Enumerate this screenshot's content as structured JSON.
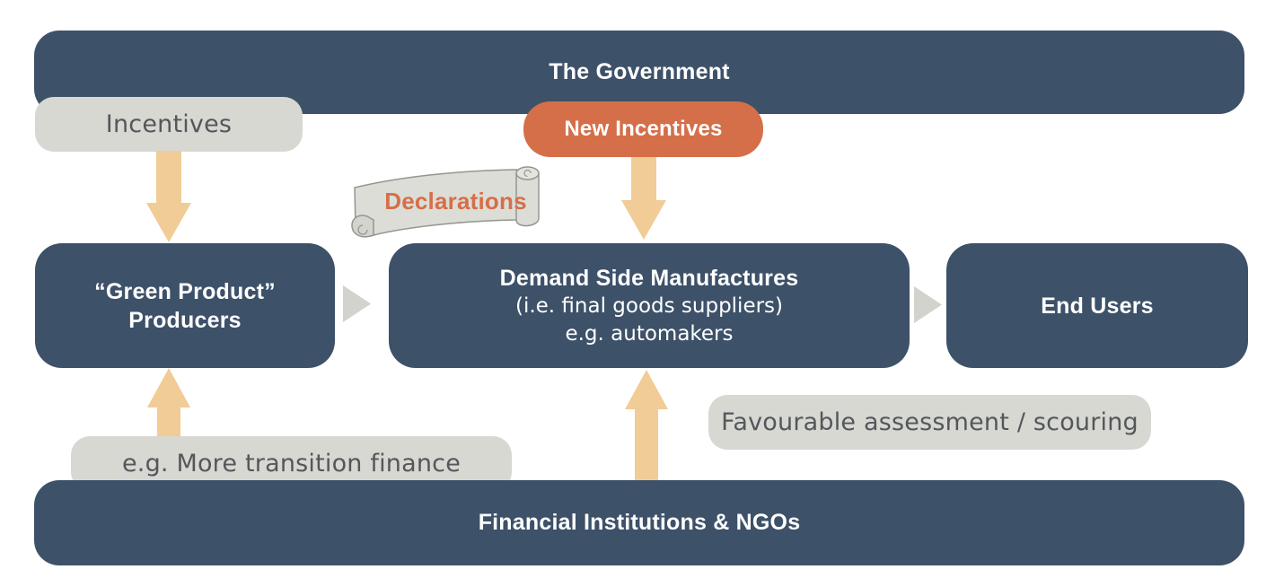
{
  "diagram": {
    "government_bar": {
      "label": "The Government"
    },
    "incentives_chip": {
      "label": "Incentives"
    },
    "new_incentives_chip": {
      "label": "New Incentives"
    },
    "declarations_banner": {
      "label": "Declarations"
    },
    "producers_box": {
      "line1": "“Green Product”",
      "line2": "Producers"
    },
    "demand_box": {
      "title": "Demand Side Manufactures",
      "sub1": "(i.e. final goods suppliers)",
      "sub2": "e.g. automakers"
    },
    "end_users_box": {
      "label": "End Users"
    },
    "favourable_chip": {
      "label": "Favourable assessment / scouring"
    },
    "transition_chip": {
      "label": "e.g. More transition finance"
    },
    "financial_bar": {
      "label": "Financial Institutions & NGOs"
    },
    "colors": {
      "navy": "#3D5169",
      "orange": "#D56F49",
      "arrow_tan": "#F1CC96",
      "chip_gray": "#D7D8D2",
      "triangle_gray": "#D2D3CD",
      "chip_text_gray": "#54575B",
      "banner_fill": "#DCDDD7",
      "banner_stroke": "#95968F",
      "text_white": "#FFFFFF"
    }
  }
}
